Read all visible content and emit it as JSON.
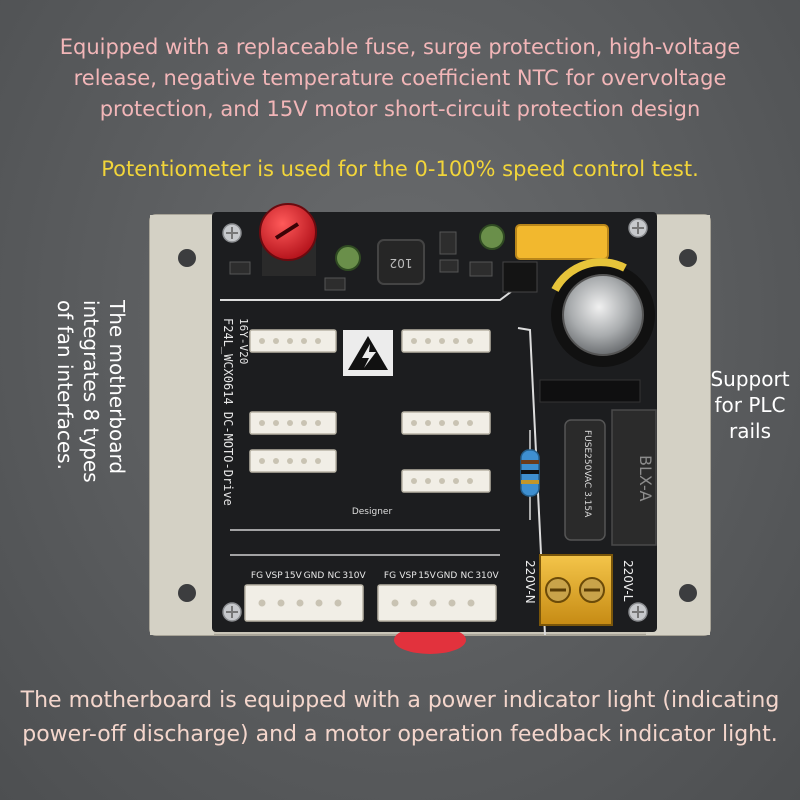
{
  "captions": {
    "top": [
      "Equipped with a replaceable fuse, surge protection, high-voltage",
      "release, negative temperature coefficient NTC for overvoltage",
      "protection, and 15V motor short-circuit protection design"
    ],
    "potentiometer": "Potentiometer is used for the 0-100% speed control test.",
    "plc": [
      "Support",
      "for PLC",
      "rails"
    ],
    "fan": [
      "The motherboard",
      "integrates 8 types",
      "of fan interfaces."
    ],
    "bottom": [
      "The motherboard is equipped with a power indicator light (indicating",
      "power-off discharge) and a motor operation feedback indicator light."
    ]
  },
  "board": {
    "model": "F24L_WCX0614 DC-MOTO-Drive",
    "version": "16Y-V20",
    "inductor": "102",
    "fuse": "FUSE250VAC 3.15A",
    "relay": "BLX-A",
    "terminal_left": "220V-N",
    "terminal_right": "220V-L",
    "header_pins": [
      "FG",
      "VSP",
      "15V",
      "GND",
      "NC",
      "310V"
    ],
    "brand": "Designer"
  },
  "colors": {
    "caption_top": "#f2b6b8",
    "caption_pot": "#f2d53a",
    "caption_bottom": "#f4d6cc",
    "pcb": "#1c1d1f",
    "enclosure": "#d9d6cb"
  }
}
